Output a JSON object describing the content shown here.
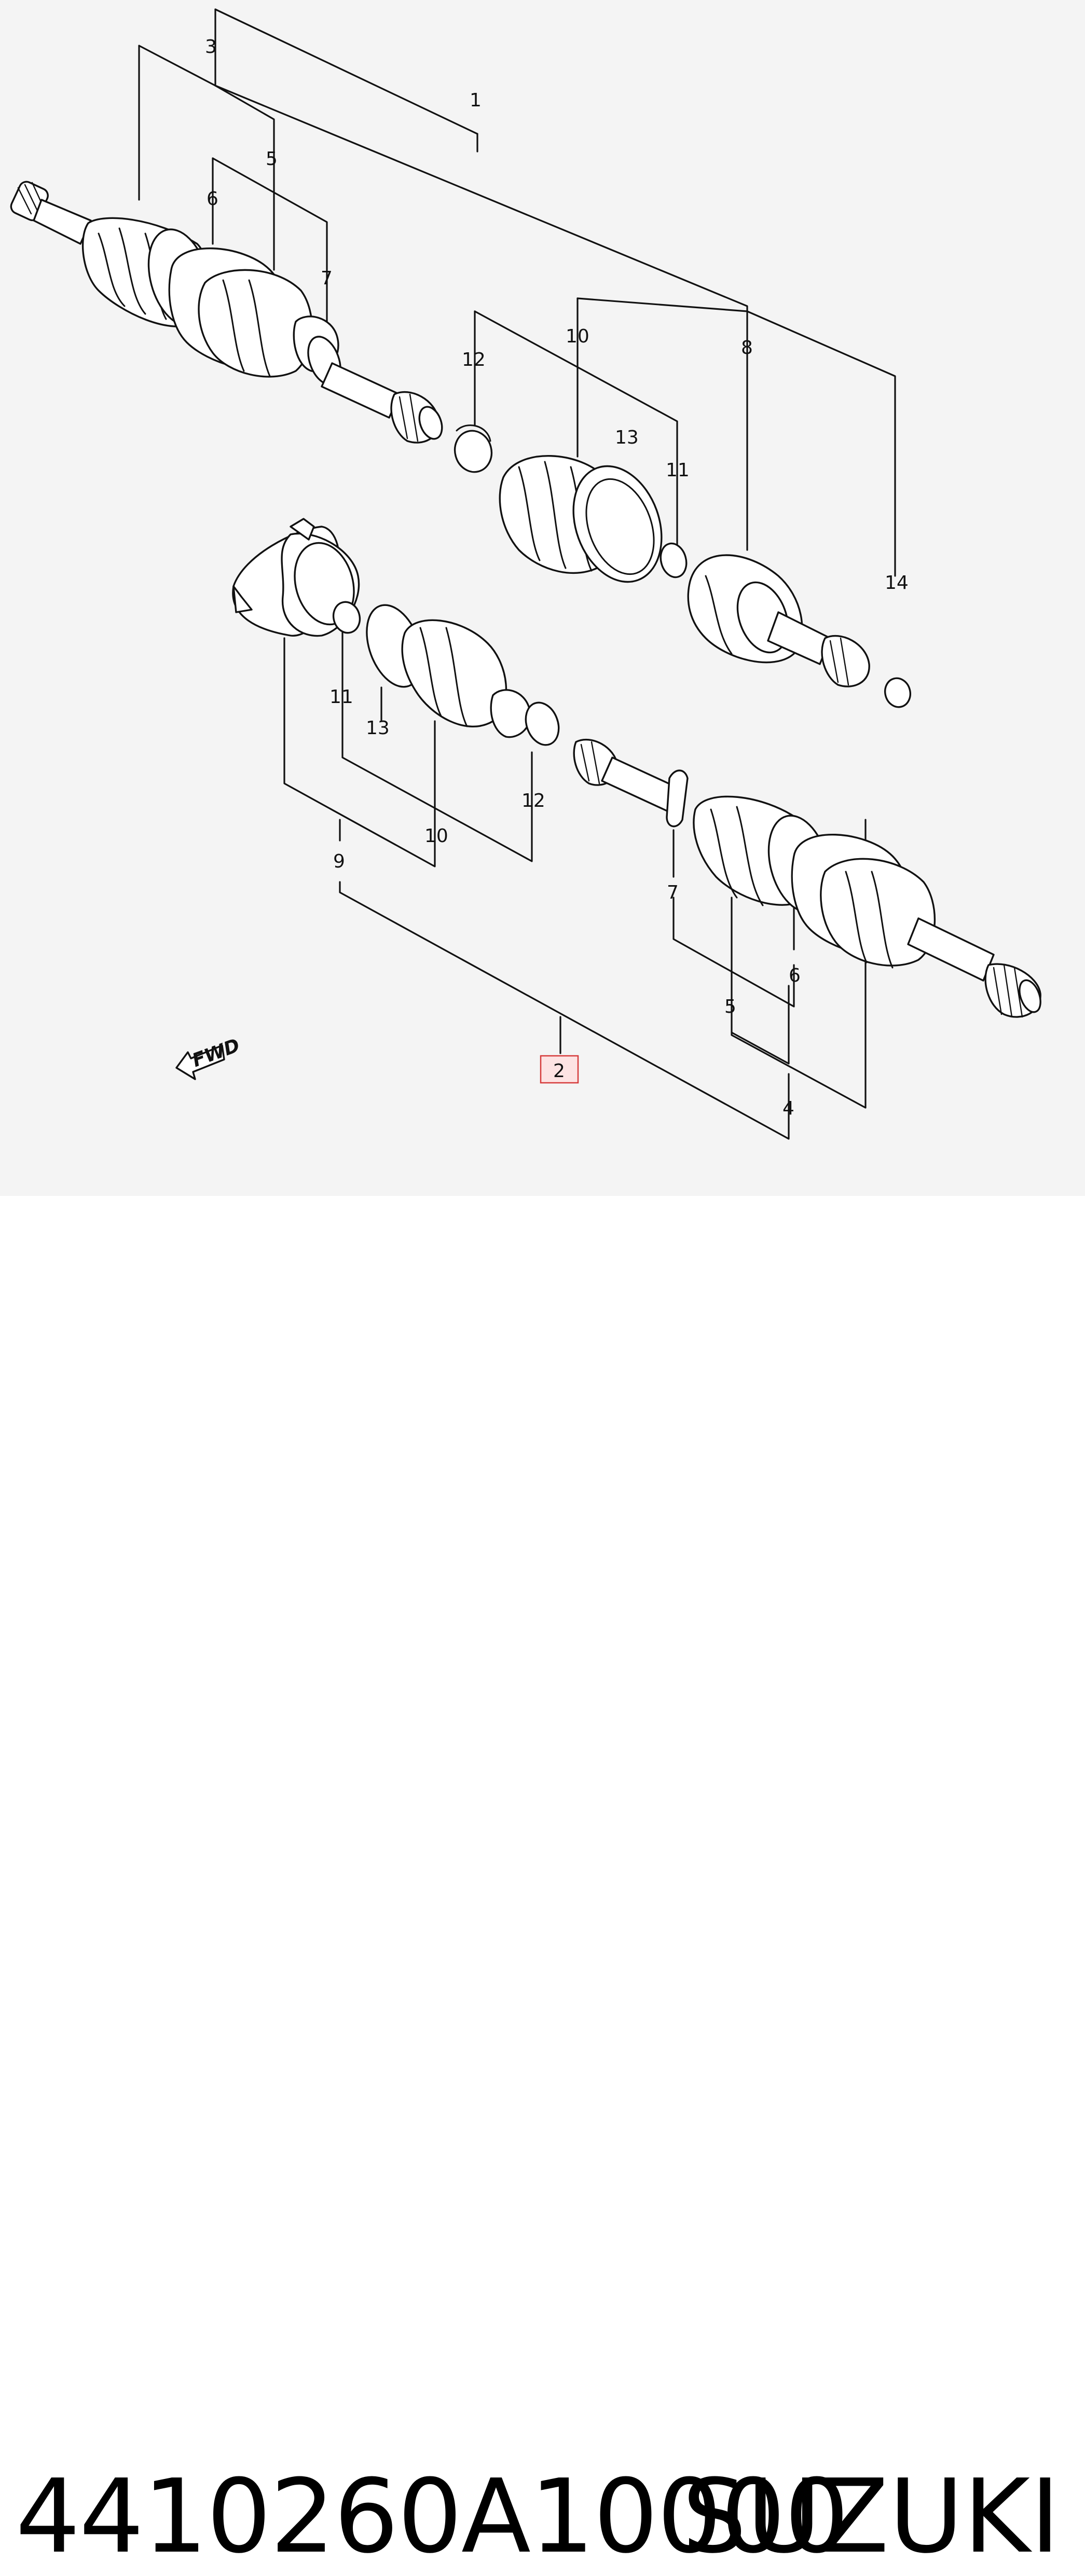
{
  "diagram": {
    "callouts": {
      "c1": "1",
      "c2": "2",
      "c3": "3",
      "c4": "4",
      "c5a": "5",
      "c5b": "5",
      "c6a": "6",
      "c6b": "6",
      "c7a": "7",
      "c7b": "7",
      "c8": "8",
      "c9": "9",
      "c10a": "10",
      "c10b": "10",
      "c11a": "11",
      "c11b": "11",
      "c12a": "12",
      "c12b": "12",
      "c13a": "13",
      "c13b": "13",
      "c14": "14"
    },
    "highlighted_callout": "2",
    "fwd_label": "FWD",
    "highlight_color": "#d63b3b"
  },
  "footer": {
    "part_number": "4410260A10000",
    "brand": "SUZUKI"
  }
}
